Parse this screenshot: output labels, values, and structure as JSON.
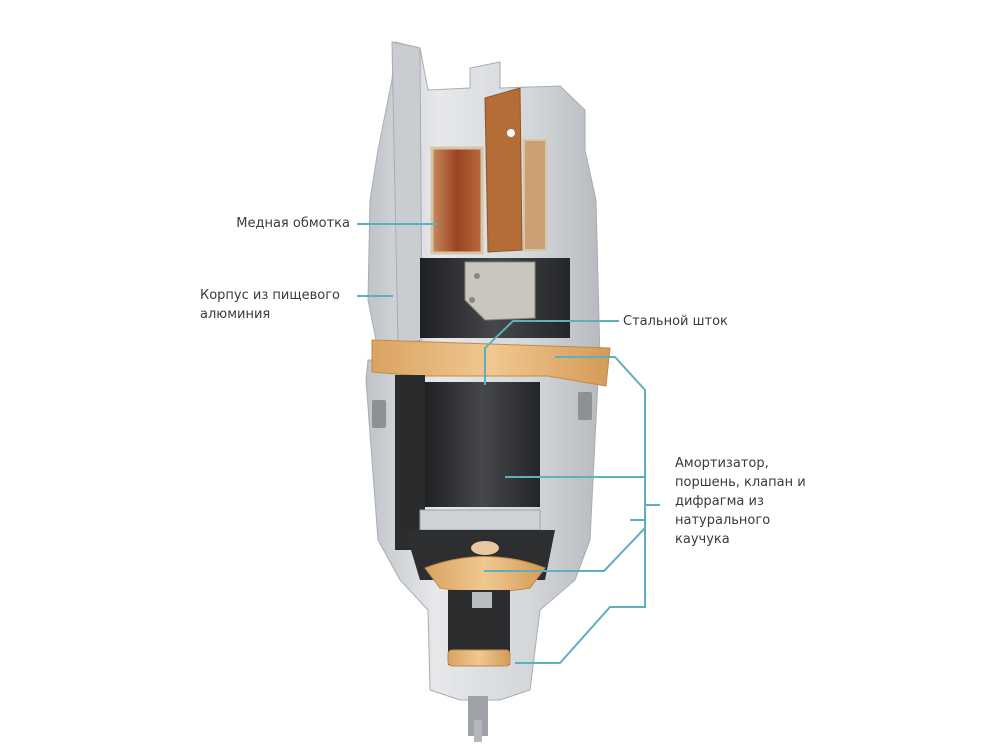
{
  "diagram": {
    "subject": "vibration-pump-cutaway",
    "colors": {
      "leader_line": "#5fb0bd",
      "aluminum": "#d9dcdf",
      "aluminum_shadow": "#b8bcc0",
      "copper": "#a9542a",
      "rubber": "#e8b878",
      "dark_interior": "#2e2f31",
      "steel": "#c6c8ca",
      "text": "#3a3a3a"
    },
    "labels": [
      {
        "id": "copper-winding",
        "text": "Медная обмотка"
      },
      {
        "id": "food-aluminum-housing",
        "text": "Корпус из пищевого\nалюминия"
      },
      {
        "id": "steel-rod",
        "text": "Стальной шток"
      },
      {
        "id": "rubber-parts",
        "text": "Амортизатор,\nпоршень, клапан и\nдифрагма из\nнатурального\nкаучука"
      }
    ]
  }
}
